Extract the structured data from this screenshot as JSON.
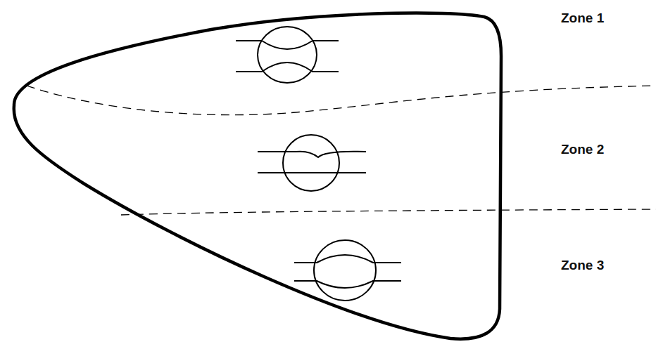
{
  "diagram": {
    "labels": [
      "Zone 1",
      "Zone 2",
      "Zone 3"
    ]
  }
}
